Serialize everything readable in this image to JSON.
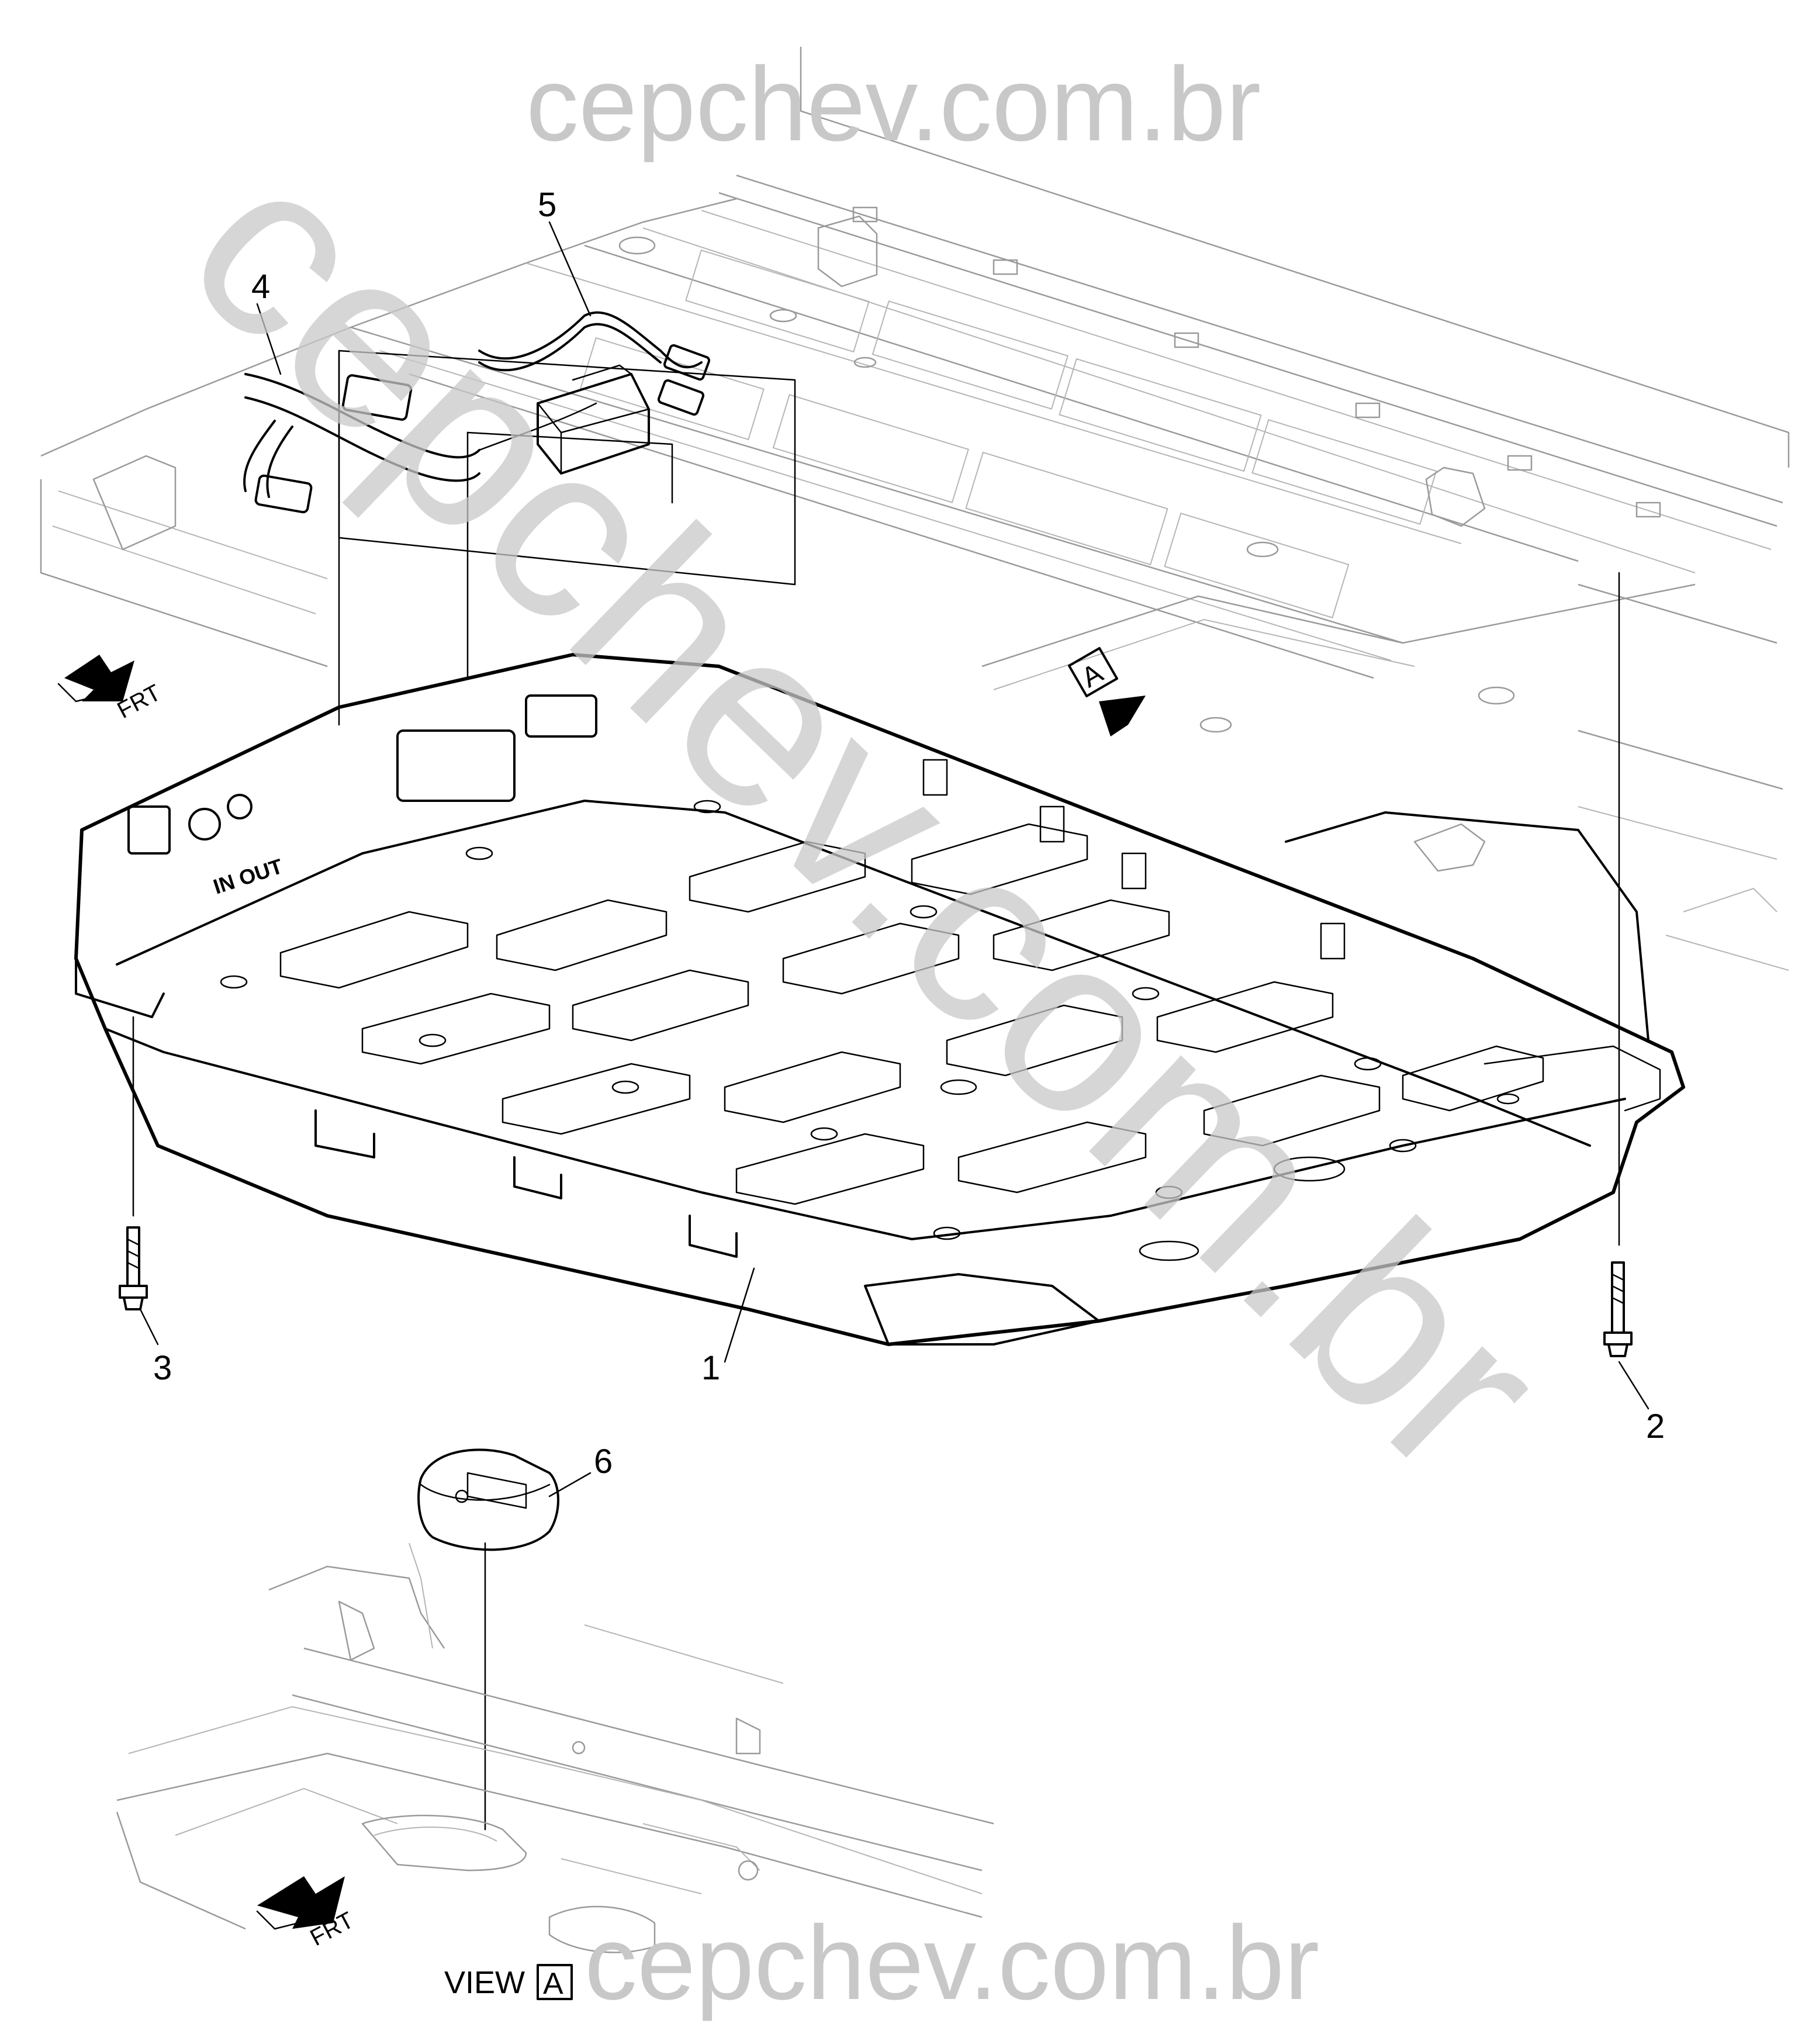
{
  "watermark": {
    "top": "cepchev.com.br",
    "diagonal": "cepchev.com.br",
    "bottom": "cepchev.com.br"
  },
  "callouts": {
    "c1": "1",
    "c2": "2",
    "c3": "3",
    "c4": "4",
    "c5": "5",
    "c6": "6"
  },
  "front_indicator": {
    "upper_label": "FRT",
    "lower_label": "FRT"
  },
  "view_marker": {
    "letter": "A"
  },
  "view_label": {
    "text": "VIEW",
    "letter": "A"
  },
  "panel_markings": {
    "in_out": "IN OUT"
  }
}
